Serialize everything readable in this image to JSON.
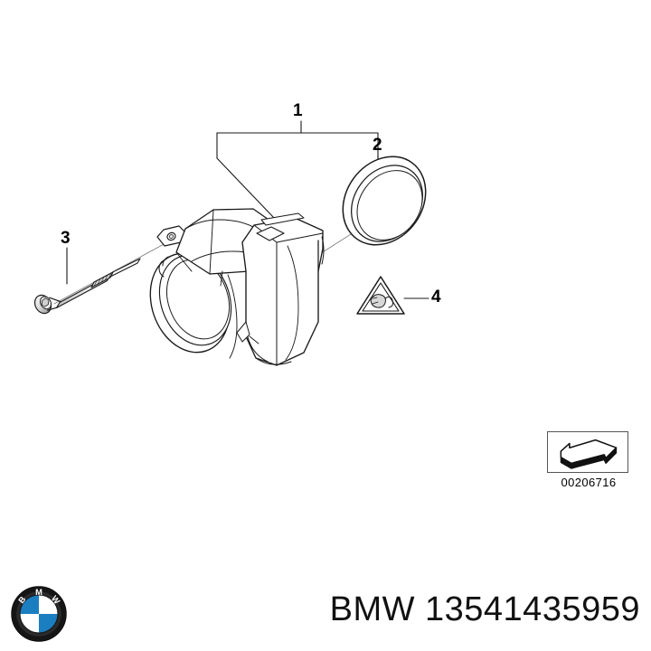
{
  "document": {
    "type": "parts-diagram",
    "brand": "BMW",
    "background_color": "#ffffff",
    "line_color": "#1a1a1a"
  },
  "callouts": [
    {
      "id": "1",
      "label": "1",
      "part": "throttle-body-assembly"
    },
    {
      "id": "2",
      "label": "2",
      "part": "gasket-o-ring"
    },
    {
      "id": "3",
      "label": "3",
      "part": "hex-socket-bolt"
    },
    {
      "id": "4",
      "label": "4",
      "part": "warning-triangle-label"
    }
  ],
  "diagram_id": {
    "caption": "00206716",
    "icon": "arrow-block-icon"
  },
  "footer": {
    "logo": "bmw-roundel-icon",
    "logo_text": "BMW",
    "part_number_line": "BMW 13541435959",
    "roundel_colors": {
      "outer_ring": "#1b1b1b",
      "blue": "#1b7ec0",
      "white": "#f4f4f4"
    }
  },
  "parts": {
    "throttle_body": {
      "name": "throttle-body-assembly",
      "description": "Throttle housing with electronic actuator motor and mounting flange"
    },
    "o_ring": {
      "name": "gasket-o-ring",
      "description": "Circular sealing ring shown in perspective"
    },
    "bolt": {
      "name": "hex-socket-bolt",
      "description": "Socket head cap screw with partially threaded shank"
    },
    "warning_label": {
      "name": "warning-triangle-label",
      "description": "Triangular caution symbol"
    }
  }
}
